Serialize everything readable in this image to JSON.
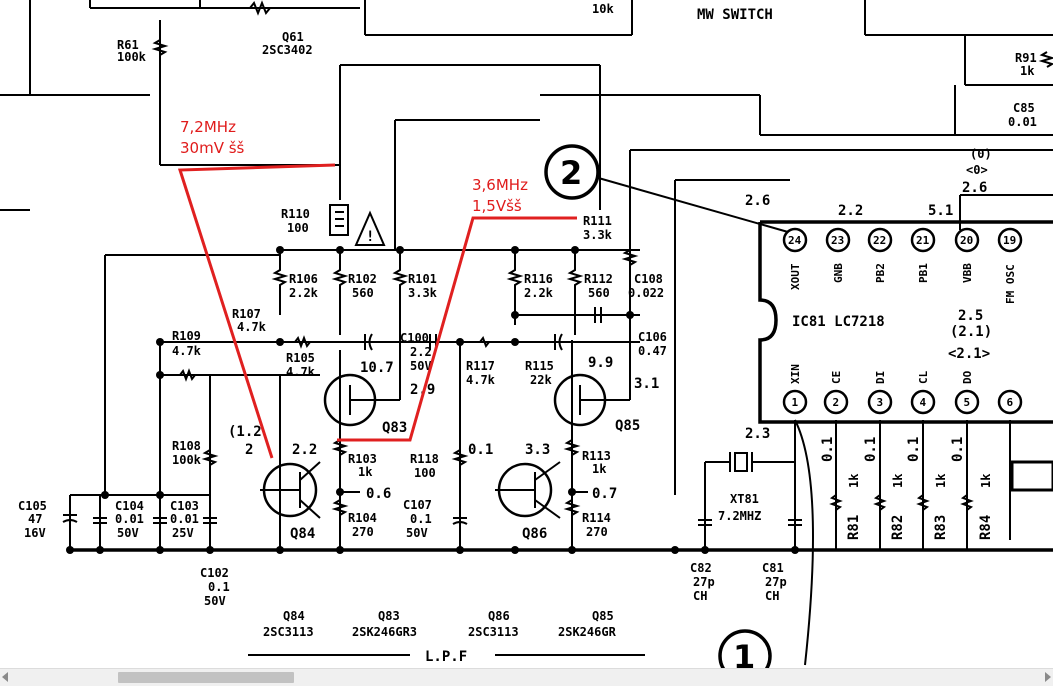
{
  "annotations": {
    "note1_line1": "7,2MHz",
    "note1_line2": "30mV šš",
    "note2_line1": "3,6MHz",
    "note2_line2": "1,5Všš"
  },
  "header": {
    "mw_switch": "MW SWITCH",
    "r_10k": "10k",
    "r61": "R61",
    "r61_val": "100k",
    "q61": "Q61",
    "q61_part": "2SC3402",
    "r91": "R91",
    "r91_val": "1k",
    "c85": "C85",
    "c85_val": "0.01"
  },
  "resistors": {
    "r110": "R110",
    "r110_val": "100",
    "r111": "R111",
    "r111_val": "3.3k",
    "r106": "R106",
    "r106_val": "2.2k",
    "r102": "R102",
    "r102_val": "560",
    "r101": "R101",
    "r101_val": "3.3k",
    "r116": "R116",
    "r116_val": "2.2k",
    "r112": "R112",
    "r112_val": "560",
    "c108": "C108",
    "c108_val": "0.022",
    "r107": "R107",
    "r107_val": "4.7k",
    "r109": "R109",
    "r109_val": "4.7k",
    "r105": "R105",
    "r105_val": "4.7k",
    "c106": "C106",
    "c106_val": "0.47",
    "c100": "C100",
    "c100_a": "2.2",
    "c100_b": "50V",
    "r117": "R117",
    "r117_val": "4.7k",
    "r115": "R115",
    "r115_val": "22k",
    "r108": "R108",
    "r108_val": "100k",
    "r103": "R103",
    "r103_val": "1k",
    "r118": "R118",
    "r118_val": "100",
    "r113": "R113",
    "r113_val": "1k",
    "r104": "R104",
    "r104_val": "270",
    "r114": "R114",
    "r114_val": "270",
    "c107": "C107",
    "c107_a": "0.1",
    "c107_b": "50V",
    "c105": "C105",
    "c105_a": "47",
    "c105_b": "16V",
    "c104": "C104",
    "c104_a": "0.01",
    "c104_b": "50V",
    "c103": "C103",
    "c103_a": "0.01",
    "c103_b": "25V",
    "c102": "C102",
    "c102_a": "0.1",
    "c102_b": "50V"
  },
  "transistors": {
    "q84": "Q84",
    "q83": "Q83",
    "q86": "Q86",
    "q85": "Q85"
  },
  "voltages": {
    "v10_7": "10.7",
    "v9_9": "9.9",
    "v2_9": "2.9",
    "v3_1": "3.1",
    "v1_2": "(1.2",
    "v2": "2",
    "v2_2": "2.2",
    "v0_6": "0.6",
    "v0_1": "0.1",
    "v3_3": "3.3",
    "v0_7": "0.7",
    "p24": "2.6",
    "p22": "2.2",
    "p21": "5.1",
    "p20_a": "(0)",
    "p20_b": "<0>",
    "p20_c": "2.6",
    "p21_a": "2.5",
    "p21_b": "(2.1)",
    "p21_c": "<2.1>",
    "p1": "2.3",
    "p2": "0.1",
    "p3": "0.1",
    "p4": "0.1",
    "p5": "0.1"
  },
  "ic": {
    "name": "IC81 LC7218",
    "top_pins": [
      "24",
      "23",
      "22",
      "21",
      "20",
      "19"
    ],
    "top_labels": [
      "XOUT",
      "GNB",
      "PB2",
      "PB1",
      "VBB",
      "FM OSC"
    ],
    "bottom_pins": [
      "1",
      "2",
      "3",
      "4",
      "5",
      "6"
    ],
    "bottom_labels": [
      "XIN",
      "CE",
      "DI",
      "CL",
      "DO"
    ],
    "marker_1": "1",
    "marker_2": "2"
  },
  "crystal": {
    "xt81": "XT81",
    "freq": "7.2MHZ",
    "c82": "C82",
    "c82_a": "27p",
    "c82_b": "CH",
    "c81": "C81",
    "c81_a": "27p",
    "c81_b": "CH",
    "r81": "R81",
    "r81_val": "1k",
    "r82": "R82",
    "r82_val": "1k",
    "r83": "R83",
    "r83_val": "1k",
    "r84": "R84",
    "r84_val": "1k"
  },
  "legend": {
    "q84": "Q84",
    "q84_part": "2SC3113",
    "q83": "Q83",
    "q83_part": "2SK246GR3",
    "q86": "Q86",
    "q86_part": "2SC3113",
    "q85": "Q85",
    "q85_part": "2SK246GR",
    "lpf": "L.P.F"
  },
  "colors": {
    "annotation": "#e02020",
    "ink": "#000000",
    "paper": "#ffffff"
  }
}
